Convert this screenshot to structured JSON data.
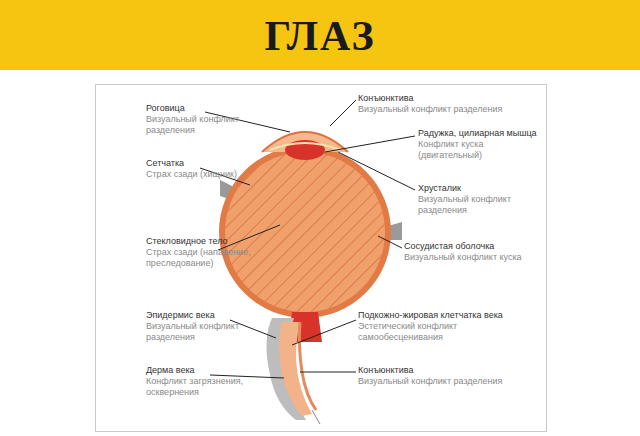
{
  "diagram": {
    "title": "ГЛАЗ",
    "labels": [
      "Конъюнктива",
      "Визуальный конфликт разделения",
      "Роговица",
      "Визуальный конфликт разделения",
      "Радужка, цилиарная мышца",
      "Конфликт куска (двигательный)",
      "Сетчатка",
      "Страх сзади (хищник)",
      "Хрусталик",
      "Визуальный конфликт разделения",
      "Стекловидное тело",
      "Страх сзади (нападение, преследование)",
      "Сосудистая оболочка",
      "Визуальный конфликт куска",
      "Эпидермис века",
      "Визуальный конфликт разделения",
      "Подкожно-жировая клетчатка века",
      "Эстетический конфликт самообесценивания",
      "Дерма века",
      "Конфликт загрязнения, осквернения",
      "Конъюнктива",
      "Визуальный конфликт разделения"
    ]
  }
}
